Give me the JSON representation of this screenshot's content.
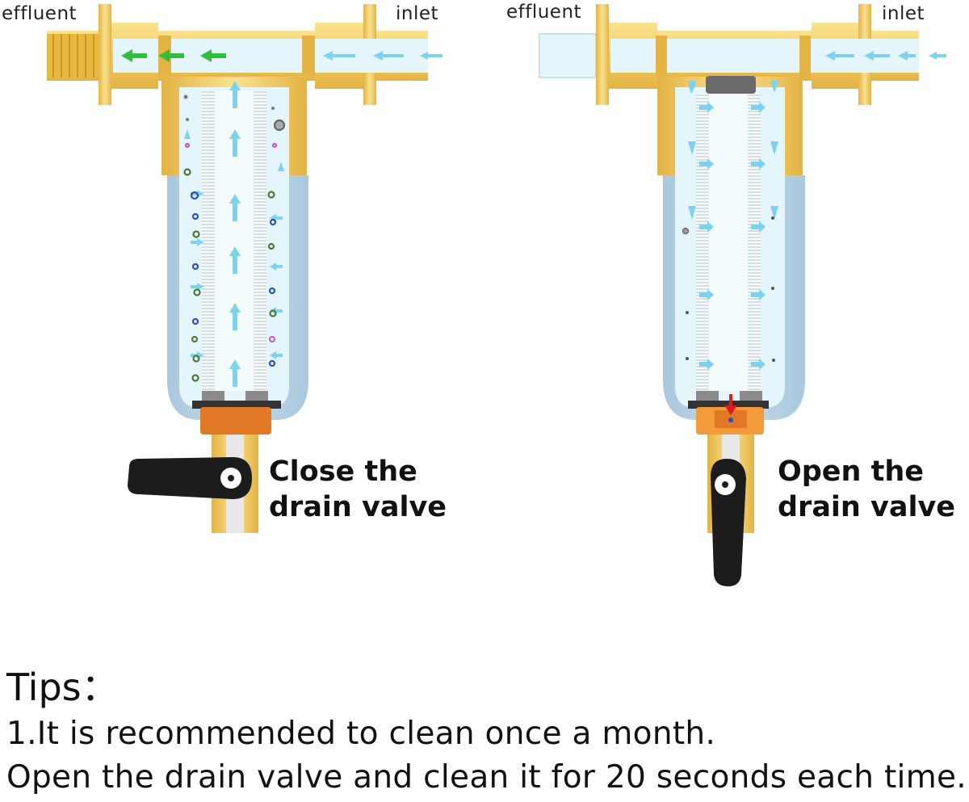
{
  "left_filter": {
    "outlet_label": "effluent",
    "inlet_label": "inlet",
    "valve_state_line1": "Close the",
    "valve_state_line2": "drain valve"
  },
  "right_filter": {
    "outlet_label": "effluent",
    "inlet_label": "inlet",
    "valve_state_line1": "Open the",
    "valve_state_line2": "drain valve"
  },
  "tips": {
    "title": "Tips：",
    "line1": "1.It is recommended to clean once a month.",
    "line2": "Open the drain valve and clean it for 20 seconds each time."
  },
  "colors": {
    "brass": "#f2cd63",
    "brass_dark": "#d9a935",
    "water": "#e4f6fb",
    "bowl": "#b9d3e6",
    "flow_arrow": "#7fd2ee",
    "outflow_arrow": "#2fbf3a",
    "valve_seat": "#e07826",
    "handle": "#1c1c1c",
    "drain_arrow": "#d62020"
  },
  "icons": [
    "flow-arrow-icon",
    "valve-handle-icon",
    "drain-arrow-icon"
  ]
}
